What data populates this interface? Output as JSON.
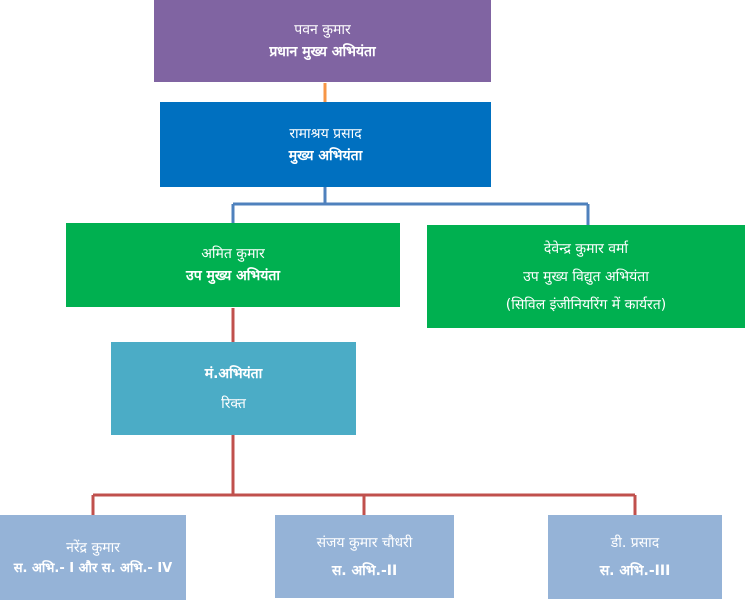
{
  "colors": {
    "purple": "#8064A2",
    "blue": "#0070C0",
    "green": "#00B050",
    "teal": "#4BACC6",
    "lightblue": "#95B3D7",
    "line_orange": "#F79646",
    "line_blue": "#4F81BD",
    "line_red": "#C0504D"
  },
  "nodes": {
    "pawan": {
      "name": "पवन कुमार",
      "title": "प्रधान मुख्य अभियंता"
    },
    "ramashray": {
      "name": "रामाश्रय प्रसाद",
      "title": "मुख्य अभियंता"
    },
    "amit": {
      "name": "अमित कुमार",
      "title": "उप मुख्य अभियंता"
    },
    "devendra": {
      "name": "देवेन्द्र कुमार वर्मा",
      "title": "उप मुख्य विद्युत अभियंता",
      "note": "(सिविल इंजीनियरिंग में कार्यरत)"
    },
    "mandal": {
      "name": "मं.अभियंता",
      "title": "रिक्त"
    },
    "narendra": {
      "name": "नरेंद्र कुमार",
      "title": "स. अभि.- I और स. अभि.- IV"
    },
    "sanjay": {
      "name": "संजय कुमार चौधरी",
      "title": "स. अभि.-II"
    },
    "prasad": {
      "name": "डी. प्रसाद",
      "title": "स. अभि.-III"
    }
  }
}
